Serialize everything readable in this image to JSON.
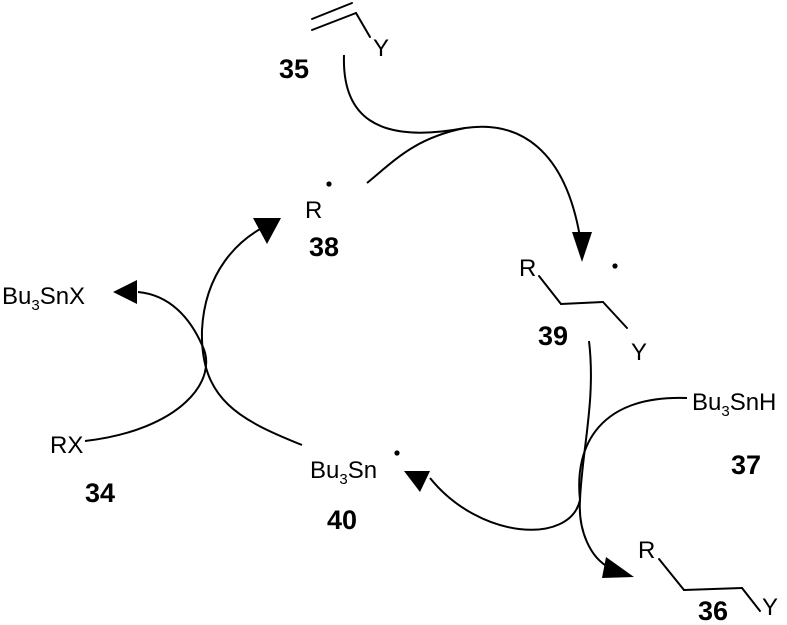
{
  "compounds": {
    "c35": {
      "number": "35",
      "y": "Y"
    },
    "c38": {
      "number": "38",
      "r": "R"
    },
    "c39": {
      "number": "39",
      "r": "R",
      "y": "Y"
    },
    "c34": {
      "number": "34",
      "formula": "RX"
    },
    "c40": {
      "number": "40",
      "bu": "Bu",
      "sub": "3",
      "sn": "Sn"
    },
    "c37": {
      "number": "37",
      "bu": "Bu",
      "sub": "3",
      "snh": "SnH"
    },
    "c36": {
      "number": "36",
      "r": "R",
      "y": "Y"
    },
    "byproduct": {
      "bu": "Bu",
      "sub": "3",
      "snx": "SnX"
    }
  }
}
